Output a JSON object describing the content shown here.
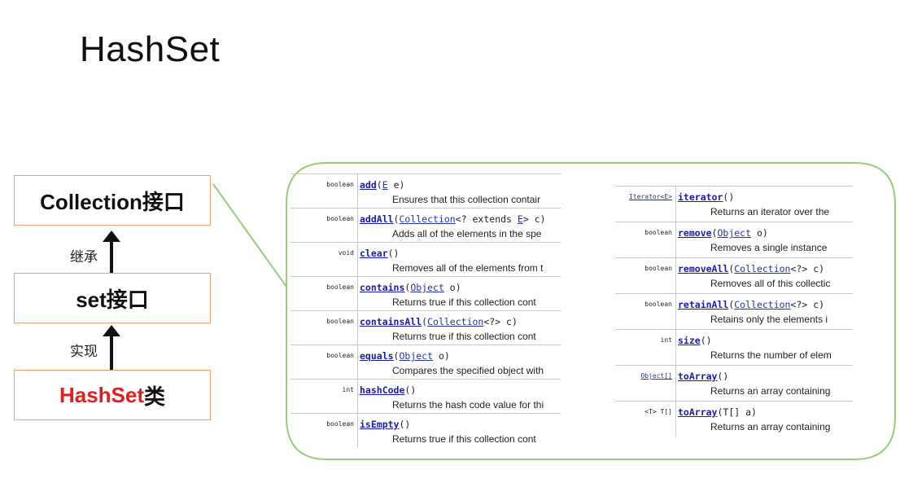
{
  "title": "HashSet",
  "hierarchy": {
    "collection_label": "Collection接口",
    "set_label": "set接口",
    "hashset_red": "HashSet",
    "hashset_suffix": "类",
    "rel_inherit": "继承",
    "rel_implement": "实现"
  },
  "colors": {
    "box_border": "#f0a070",
    "bubble_border": "#9acd7a",
    "hashset_red": "#e02020",
    "method_link": "#1a1ab0"
  },
  "methods_left": [
    {
      "type": "boolean",
      "name": "add",
      "params_pre": "(",
      "link1": "E",
      "params_post": " e)",
      "desc": "Ensures that this collection contair"
    },
    {
      "type": "boolean",
      "name": "addAll",
      "params_pre": "(",
      "link1": "Collection",
      "params_mid": "<? extends ",
      "link2": "E",
      "params_post": "> c)",
      "desc": "Adds all of the elements in the spe"
    },
    {
      "type": "void",
      "name": "clear",
      "params_pre": "()",
      "desc": "Removes all of the elements from t"
    },
    {
      "type": "boolean",
      "name": "contains",
      "params_pre": "(",
      "link1": "Object",
      "params_post": " o)",
      "desc": "Returns true if this collection cont"
    },
    {
      "type": "boolean",
      "name": "containsAll",
      "params_pre": "(",
      "link1": "Collection",
      "params_post": "<?> c)",
      "desc": "Returns true if this collection cont"
    },
    {
      "type": "boolean",
      "name": "equals",
      "params_pre": "(",
      "link1": "Object",
      "params_post": " o)",
      "desc": "Compares the specified object with"
    },
    {
      "type": "int",
      "name": "hashCode",
      "params_pre": "()",
      "desc": "Returns the hash code value for thi"
    },
    {
      "type": "boolean",
      "name": "isEmpty",
      "params_pre": "()",
      "desc": "Returns true if this collection cont"
    }
  ],
  "methods_right": [
    {
      "type": "Iterator<E>",
      "type_link": true,
      "name": "iterator",
      "params_pre": "()",
      "desc": "Returns an iterator over the"
    },
    {
      "type": "boolean",
      "name": "remove",
      "params_pre": "(",
      "link1": "Object",
      "params_post": " o)",
      "desc": "Removes a single instance"
    },
    {
      "type": "boolean",
      "name": "removeAll",
      "params_pre": "(",
      "link1": "Collection",
      "params_post": "<?> c)",
      "desc": "Removes all of this collectic"
    },
    {
      "type": "boolean",
      "name": "retainAll",
      "params_pre": "(",
      "link1": "Collection",
      "params_post": "<?> c)",
      "desc": "Retains only the elements i"
    },
    {
      "type": "int",
      "name": "size",
      "params_pre": "()",
      "desc": "Returns the number of elem"
    },
    {
      "type": "Object[]",
      "type_link": true,
      "name": "toArray",
      "params_pre": "()",
      "desc": "Returns an array containing"
    },
    {
      "type": "<T> T[]",
      "name": "toArray",
      "params_pre": "(T[] a)",
      "desc": "Returns an array containing"
    }
  ]
}
